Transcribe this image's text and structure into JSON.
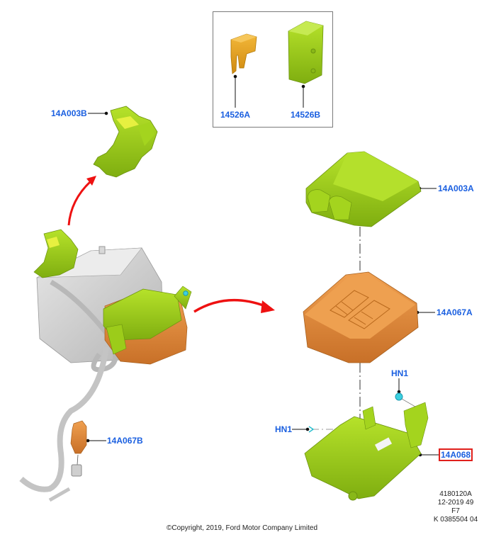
{
  "diagram": {
    "title": "Battery junction box / fuse assembly exploded view",
    "callouts": {
      "fuse_mini": "14526A",
      "fuse_cartridge": "14526B",
      "cover_small": "14A003B",
      "cover_main": "14A003A",
      "fuse_box": "14A067A",
      "connector": "14A067B",
      "hn1_top": "HN1",
      "hn1_left": "HN1",
      "bracket": "14A068"
    },
    "highlighted_callout": "14A068",
    "reference": {
      "line1": "4180120A",
      "line2": "12-2019 49",
      "line3": "F7",
      "line4": "K 0385504 04"
    },
    "copyright": "©Copyright, 2019, Ford Motor Company Limited",
    "colors": {
      "callout_text": "#1a5fe0",
      "highlight_border": "#e0201c",
      "arrow": "#ee1111",
      "part_green": "#9ccc1a",
      "part_orange": "#e08a3c",
      "fuse_amber": "#e8a62a",
      "battery_grey": "#c8c8c8",
      "clip_cyan": "#3cd0e0"
    }
  }
}
